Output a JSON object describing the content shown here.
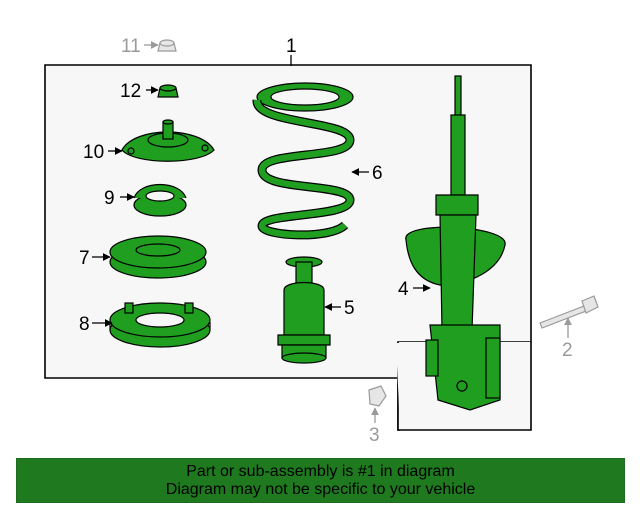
{
  "colors": {
    "part_fill": "#1f9e1f",
    "part_stroke": "#000000",
    "callout_text": "#000000",
    "ghost_text": "#9a9a9a",
    "ghost_fill": "#e6e6e6",
    "panel_fill": "#f7f7f7",
    "banner_fill": "#1f7a1f"
  },
  "callouts": {
    "c1": "1",
    "c2": "2",
    "c3": "3",
    "c4": "4",
    "c5": "5",
    "c6": "6",
    "c7": "7",
    "c8": "8",
    "c9": "9",
    "c10": "10",
    "c11": "11",
    "c12": "12"
  },
  "banner": {
    "line1": "Part or sub-assembly is #1 in diagram",
    "line2": "Diagram may not be specific to your vehicle"
  }
}
